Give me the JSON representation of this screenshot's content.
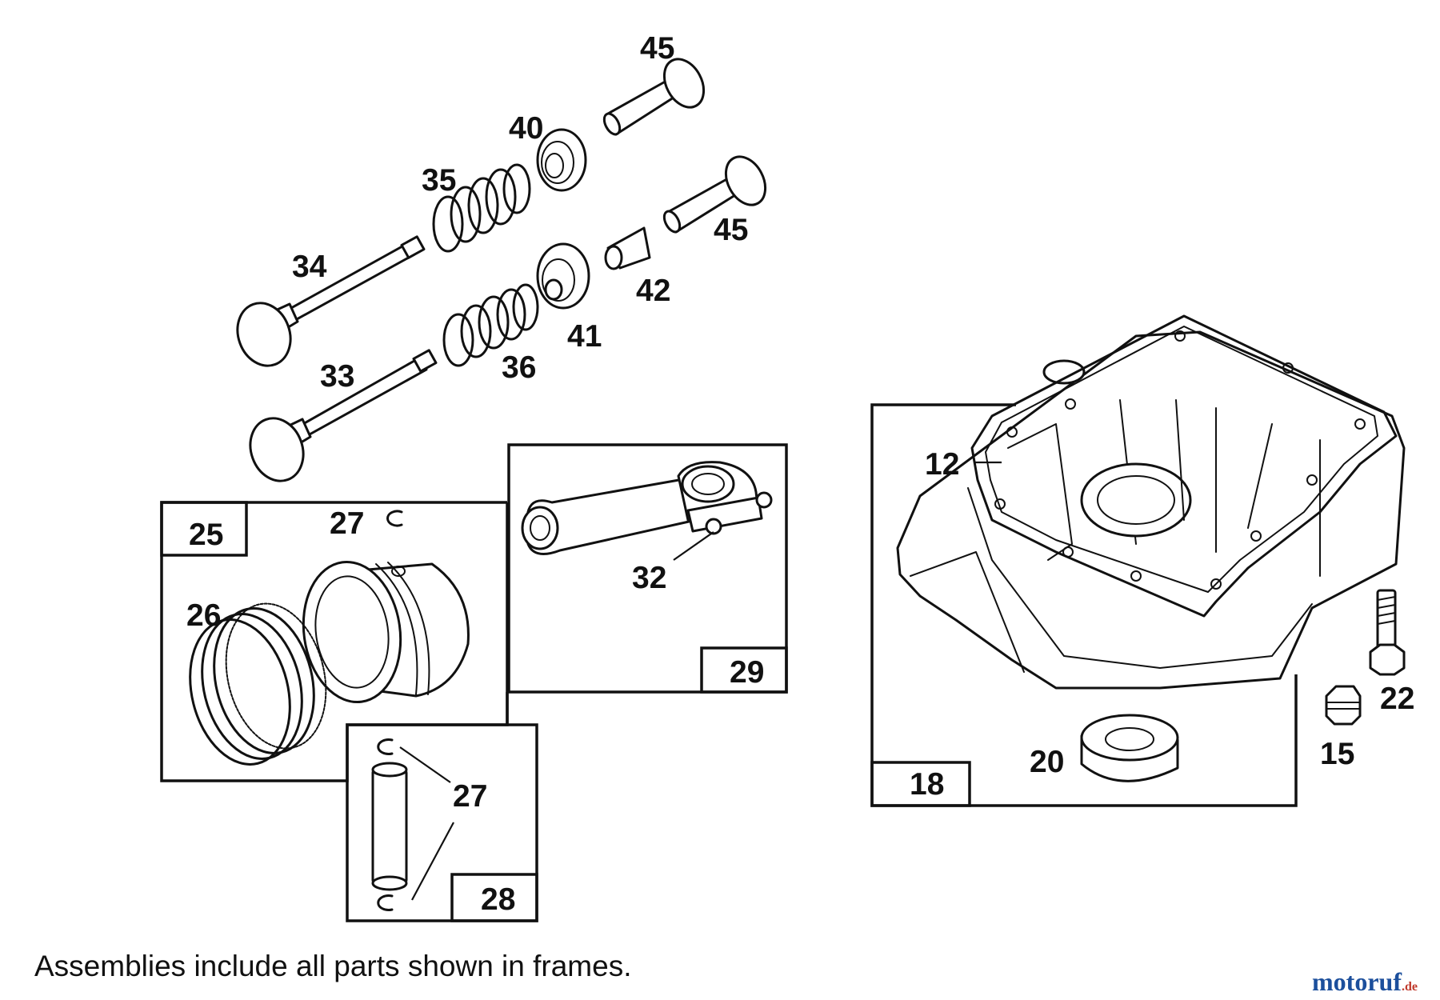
{
  "callouts": {
    "c45a": "45",
    "c40": "40",
    "c35": "35",
    "c45b": "45",
    "c34": "34",
    "c42": "42",
    "c41": "41",
    "c36": "36",
    "c33": "33",
    "c12": "12",
    "c25": "25",
    "c27a": "27",
    "c32": "32",
    "c26": "26",
    "c29": "29",
    "c22": "22",
    "c15": "15",
    "c20": "20",
    "c18": "18",
    "c27b": "27",
    "c28": "28"
  },
  "caption": "Assemblies include all parts shown in frames.",
  "watermark": {
    "main": "motoruf",
    "tld": ".de",
    "colors": {
      "primary": "#1c4f9c",
      "accent": "#c0392b"
    }
  }
}
